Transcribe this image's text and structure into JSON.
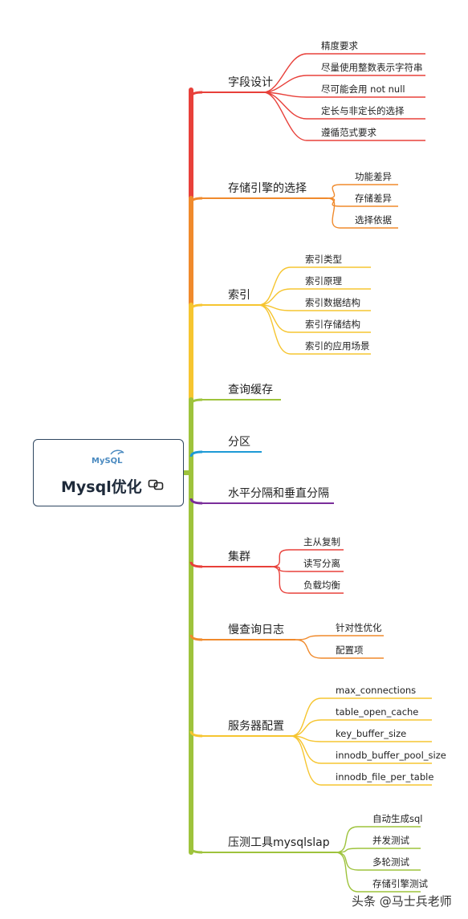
{
  "root": {
    "title": "Mysql优化",
    "logo_text": "MySQL",
    "link_icon": "link-icon"
  },
  "watermark": "头条 @马士兵老师",
  "branches": [
    {
      "label": "字段设计",
      "color": "#e8403a",
      "children": [
        "精度要求",
        "尽量使用整数表示字符串",
        "尽可能会用 not null",
        "定长与非定长的选择",
        "遵循范式要求"
      ]
    },
    {
      "label": "存储引擎的选择",
      "color": "#f08a2c",
      "children": [
        "功能差异",
        "存储差异",
        "选择依据"
      ]
    },
    {
      "label": "索引",
      "color": "#f6c530",
      "children": [
        "索引类型",
        "索引原理",
        "索引数据结构",
        "索引存储结构",
        "索引的应用场景"
      ]
    },
    {
      "label": "查询缓存",
      "color": "#9ec33c",
      "children": []
    },
    {
      "label": "分区",
      "color": "#1d9ad6",
      "children": []
    },
    {
      "label": "水平分隔和垂直分隔",
      "color": "#7a2d9a",
      "children": []
    },
    {
      "label": "集群",
      "color": "#e8403a",
      "children": [
        "主从复制",
        "读写分离",
        "负载均衡"
      ]
    },
    {
      "label": "慢查询日志",
      "color": "#f08a2c",
      "children": [
        "针对性优化",
        "配置项"
      ]
    },
    {
      "label": "服务器配置",
      "color": "#f6c530",
      "children": [
        "max_connections",
        "table_open_cache",
        "key_buffer_size",
        "innodb_buffer_pool_size",
        "innodb_file_per_table"
      ]
    },
    {
      "label": "压测工具mysqlslap",
      "color": "#9ec33c",
      "children": [
        "自动生成sql",
        "并发测试",
        "多轮测试",
        "存储引擎测试"
      ]
    }
  ]
}
